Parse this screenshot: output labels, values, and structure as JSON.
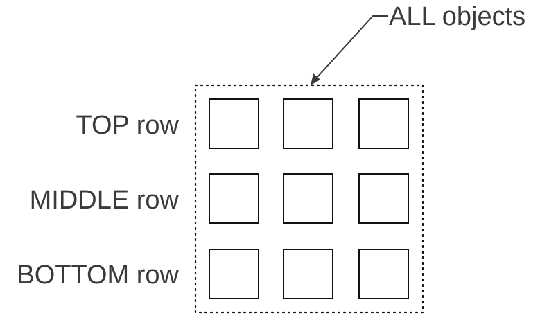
{
  "labels": {
    "all_objects": "ALL objects",
    "top_row": "TOP row",
    "middle_row": "MIDDLE row",
    "bottom_row": "BOTTOM row"
  },
  "grid": {
    "rows": 3,
    "columns": 3
  },
  "colors": {
    "text": "#3a3a3a",
    "stroke": "#111111",
    "background": "#ffffff"
  }
}
